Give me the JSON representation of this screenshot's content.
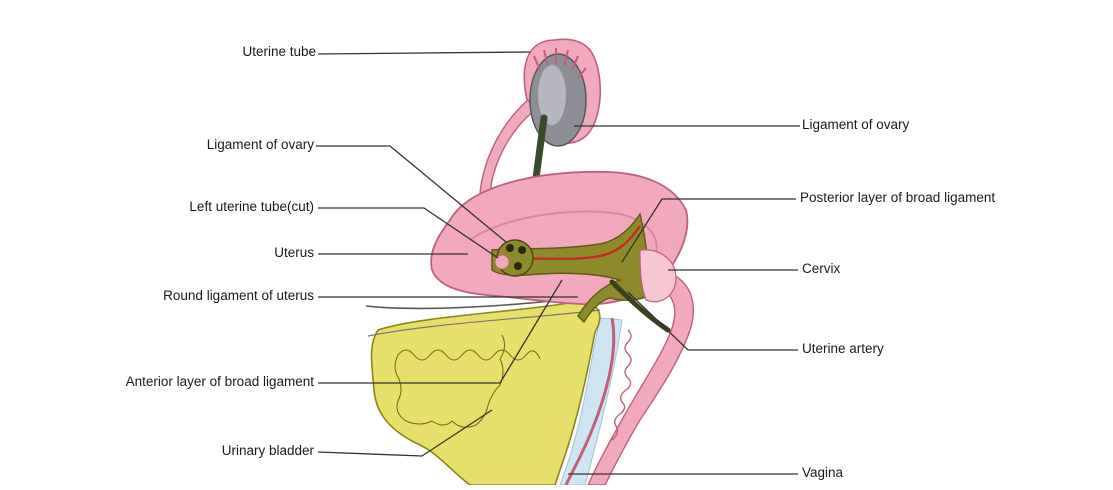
{
  "diagram": {
    "labels_left": {
      "uterine_tube": "Uterine tube",
      "ligament_of_ovary": "Ligament of ovary",
      "left_uterine_tube_cut": "Left uterine tube(cut)",
      "uterus": "Uterus",
      "round_ligament": "Round ligament of uterus",
      "anterior_layer": "Anterior layer of broad ligament",
      "urinary_bladder": "Urinary bladder"
    },
    "labels_right": {
      "ligament_of_ovary": "Ligament of ovary",
      "posterior_layer": "Posterior layer of broad ligament",
      "cervix": "Cervix",
      "uterine_artery": "Uterine artery",
      "vagina": "Vagina"
    },
    "colors": {
      "uterus_pink": "#f2a9bd",
      "uterus_outline": "#c0607a",
      "bladder_yellow": "#e6e06a",
      "ligament_olive": "#8c8a2a",
      "ovary_gray": "#8e8e96",
      "artery_red": "#c8242a",
      "fluid_blue": "#cfe6f2",
      "leader_line": "#333333"
    }
  }
}
